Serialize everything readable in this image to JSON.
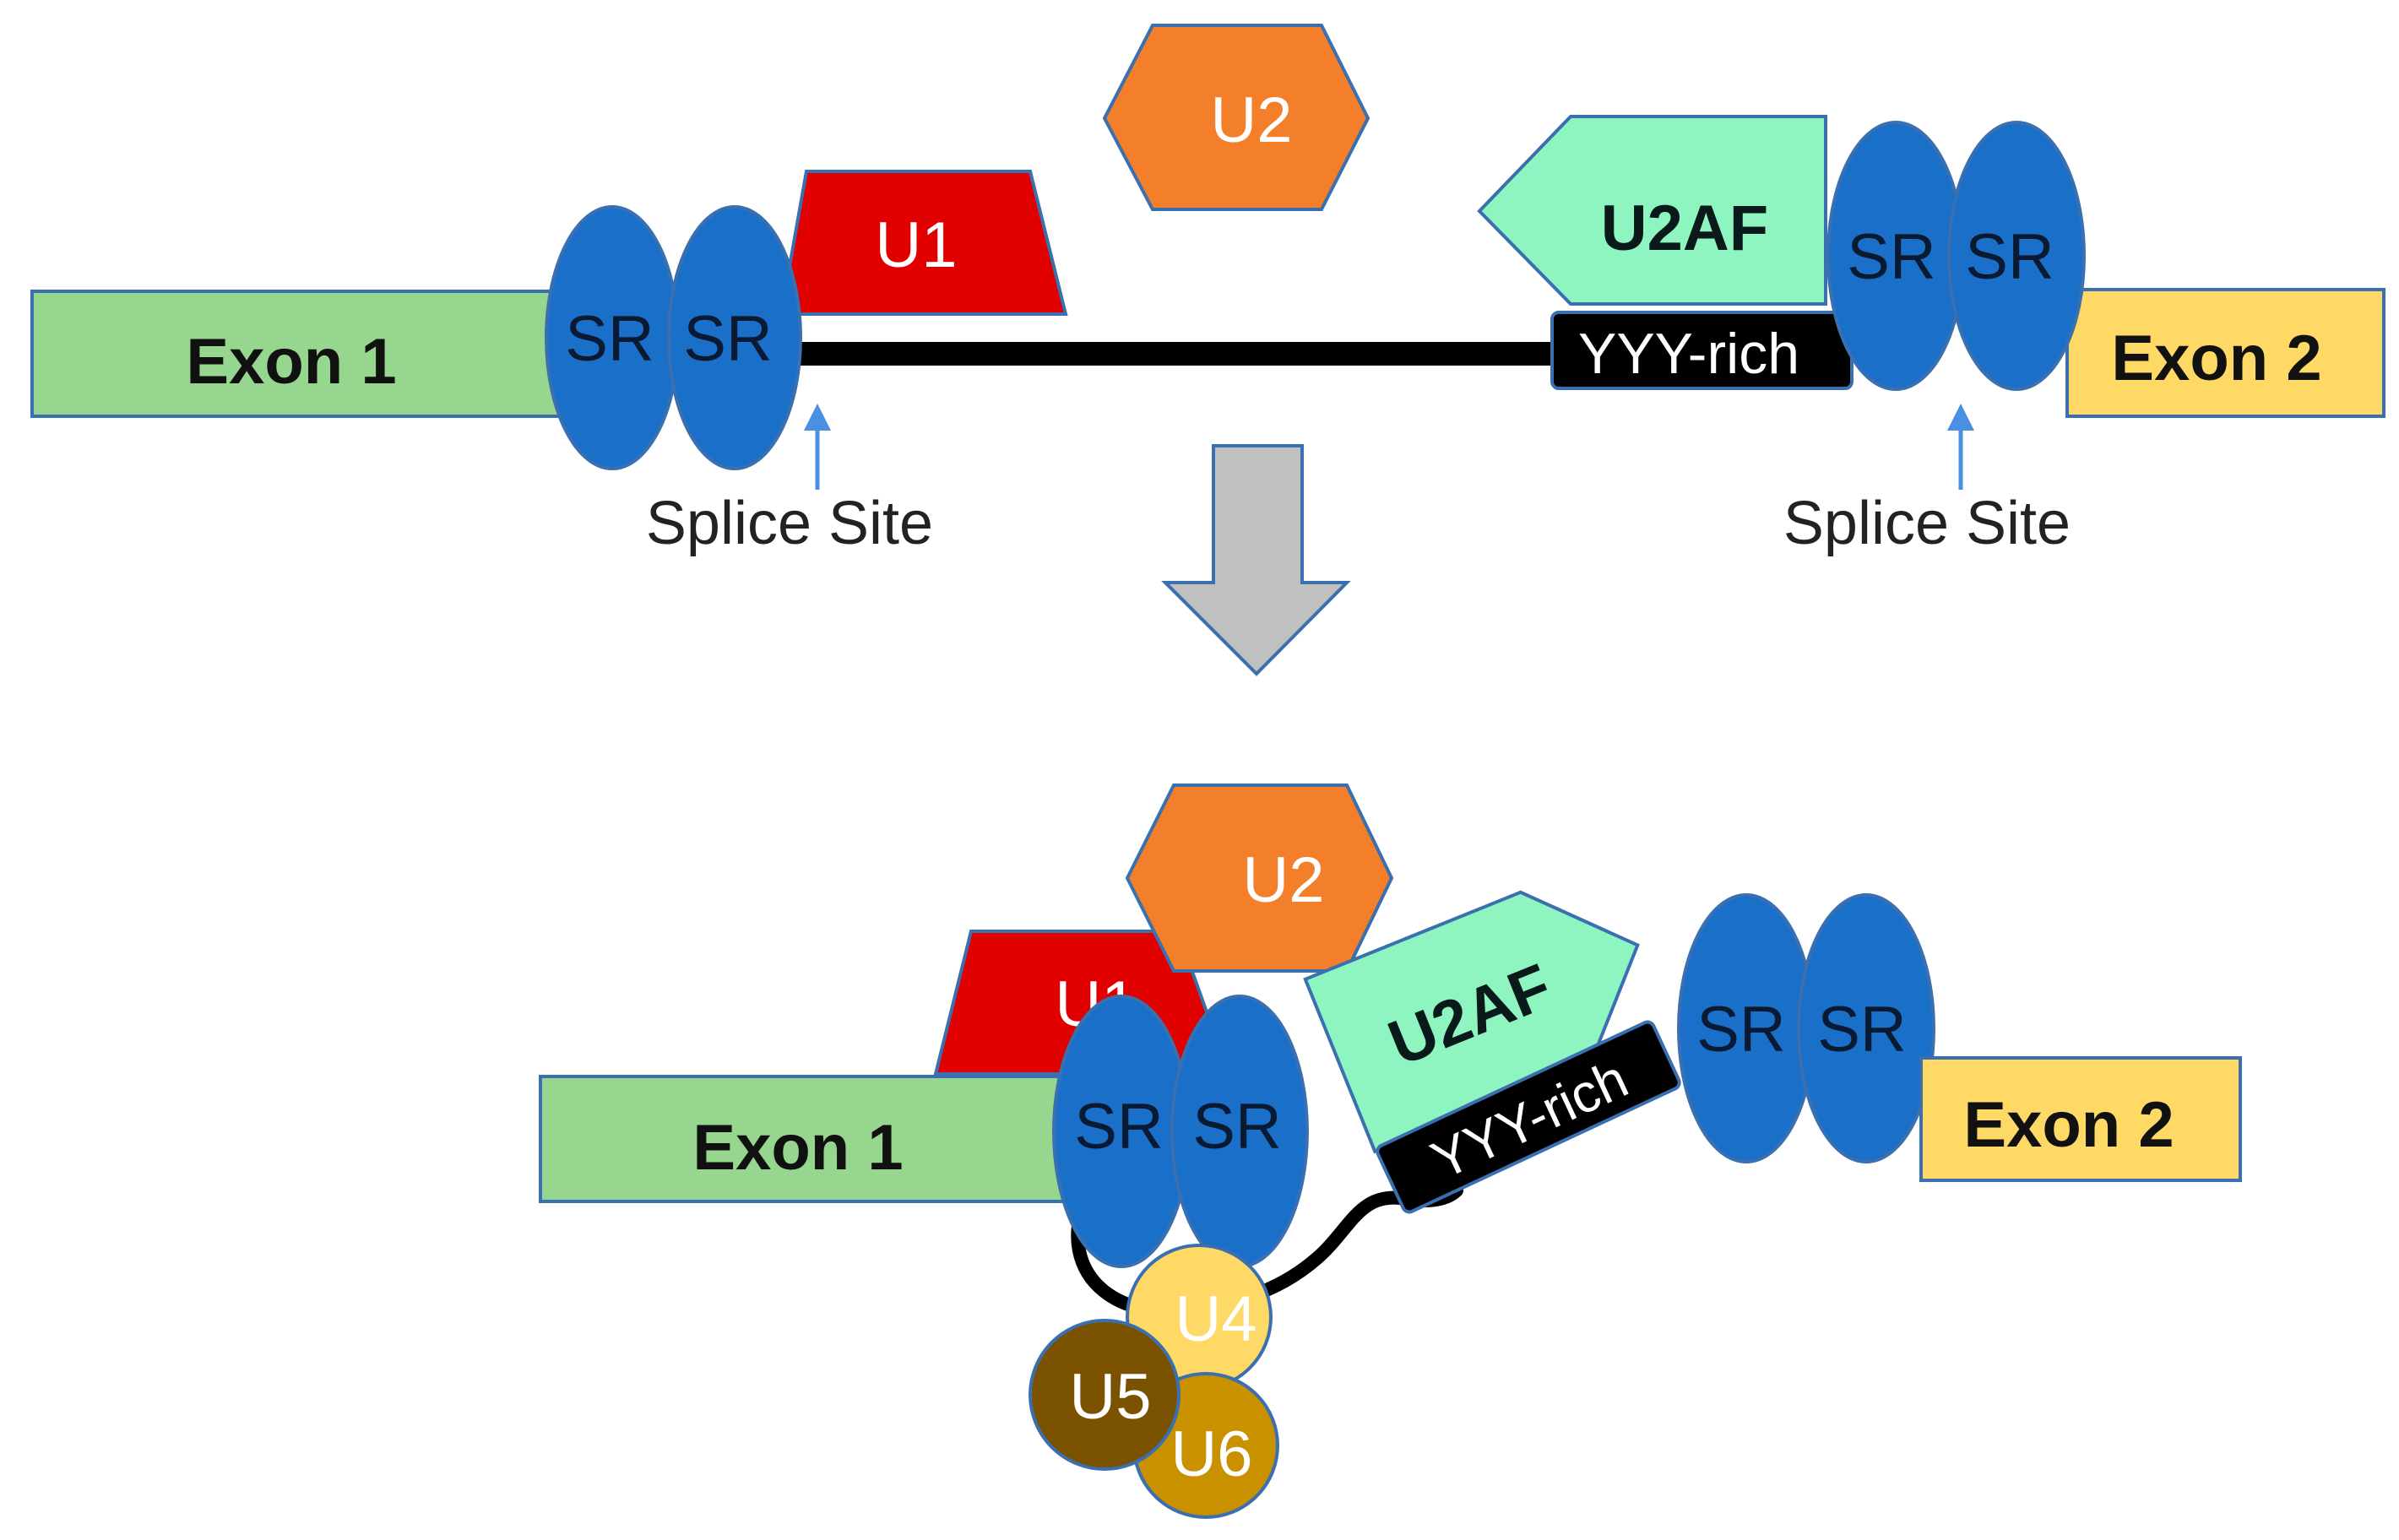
{
  "top": {
    "exon1": "Exon 1",
    "exon2": "Exon 2",
    "sr_left_a": "SR",
    "sr_left_b": "SR",
    "sr_right_a": "SR",
    "sr_right_b": "SR",
    "u1": "U1",
    "u2": "U2",
    "u2af": "U2AF",
    "yyy": "YYY-rich",
    "splice_site_left": "Splice Site",
    "splice_site_right": "Splice Site"
  },
  "bottom": {
    "exon1": "Exon 1",
    "exon2": "Exon 2",
    "sr_left_a": "SR",
    "sr_left_b": "SR",
    "sr_right_a": "SR",
    "sr_right_b": "SR",
    "u1": "U1",
    "u2": "U2",
    "u2af": "U2AF",
    "yyy": "YYY-rich",
    "u4": "U4",
    "u5": "U5",
    "u6": "U6"
  },
  "colors": {
    "exon1": "#97d68e",
    "exon2": "#ffd966",
    "sr": "#1a6fc8",
    "u1": "#e00000",
    "u2": "#f47f2a",
    "u2af": "#8ef5c0",
    "u4": "#ffd966",
    "u5": "#7a5200",
    "u6": "#c99000",
    "outline": "#3a6fb0",
    "arrow": "#c0c0c0"
  }
}
